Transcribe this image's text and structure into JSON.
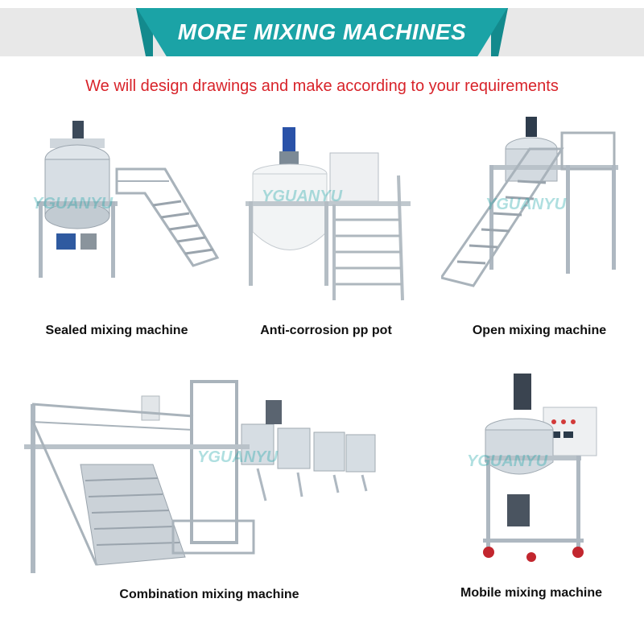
{
  "header": {
    "title": "MORE MIXING MACHINES",
    "subtitle": "We will design drawings and make according to your requirements"
  },
  "colors": {
    "banner": "#1ba3a6",
    "subtitle": "#d8232a"
  },
  "watermark": "YGUANYU",
  "products": [
    {
      "caption": "Sealed mixing machine"
    },
    {
      "caption": "Anti-corrosion pp pot"
    },
    {
      "caption": "Open mixing machine"
    },
    {
      "caption": "Combination mixing machine"
    },
    {
      "caption": "Mobile mixing machine"
    }
  ]
}
